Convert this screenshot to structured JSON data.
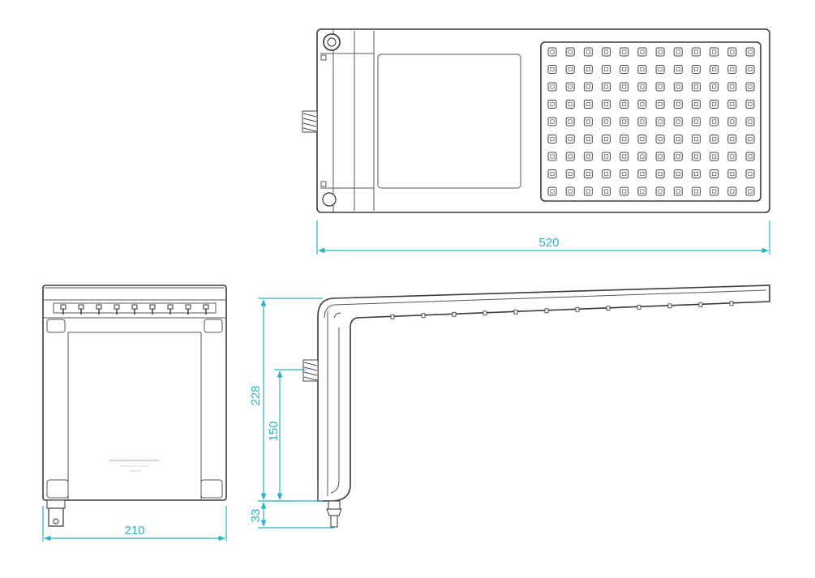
{
  "dimensions": {
    "top_length": "520",
    "front_width": "210",
    "side_height": "228",
    "arm_height": "150",
    "pipe_length": "33"
  },
  "grid": {
    "rows": 9,
    "cols": 12
  },
  "colors": {
    "dimension": "#2ab3c0",
    "outline": "#3a3a3a"
  }
}
